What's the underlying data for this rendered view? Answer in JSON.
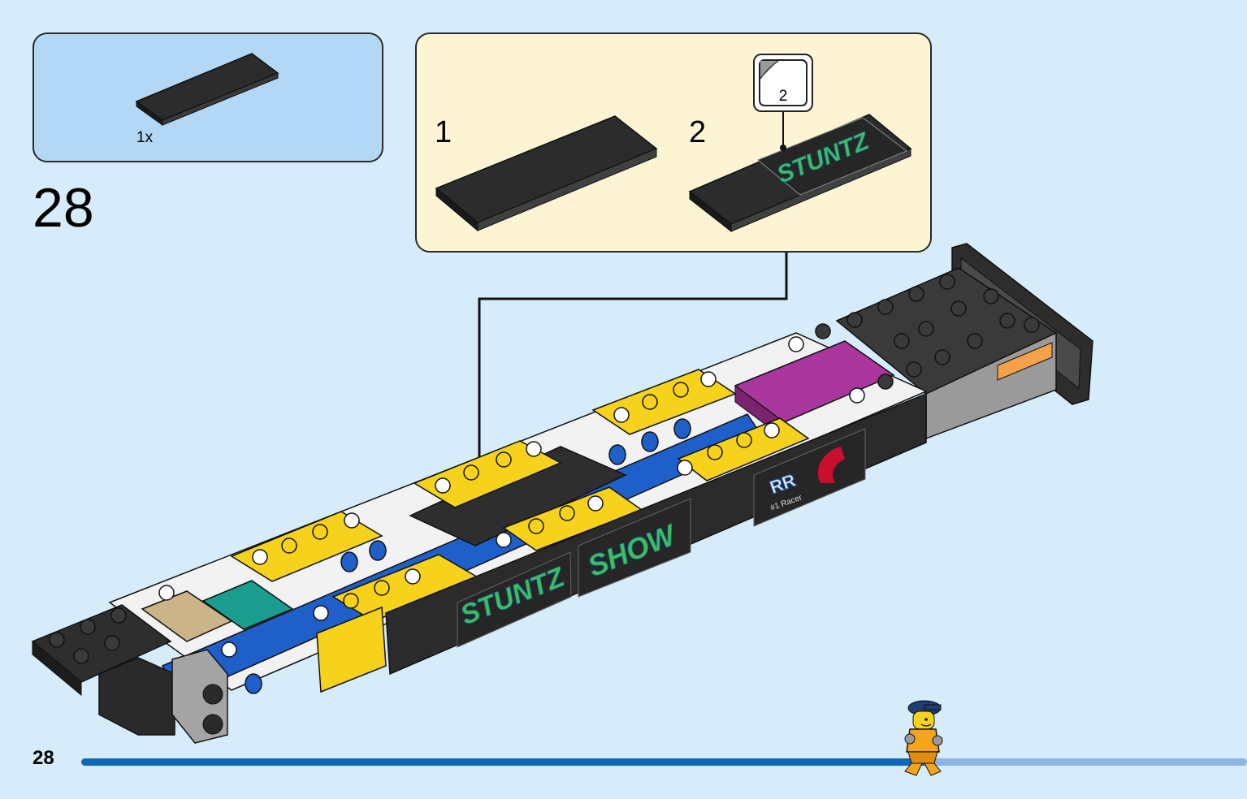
{
  "parts_list": {
    "quantity_label": "1x",
    "part": "black-tile-2x6-icon"
  },
  "step": {
    "number": "28"
  },
  "sub_assembly": {
    "steps": [
      {
        "number": "1",
        "part": "black-tile-icon"
      },
      {
        "number": "2",
        "part": "stuntz-sticker-tile-icon"
      }
    ],
    "sticker": {
      "label": "2",
      "icon": "sticker-sheet-icon"
    }
  },
  "model": {
    "sticker_texts": [
      "STUNTZ",
      "SHOW",
      "STUNTZ"
    ],
    "logo_text": "RR",
    "logo_caption": "#1 Racer"
  },
  "footer": {
    "page_number": "28",
    "progress": 0.73
  },
  "colors": {
    "background": "#d6ecfa",
    "parts_panel": "#b3d8f5",
    "sub_panel": "#fdf4d3",
    "progress_fill": "#0f68b6",
    "progress_track": "#8fb5e4",
    "sticker_green": "#3dbf5a",
    "brick_yellow": "#f6d21c",
    "brick_blue": "#1e5fc9"
  }
}
